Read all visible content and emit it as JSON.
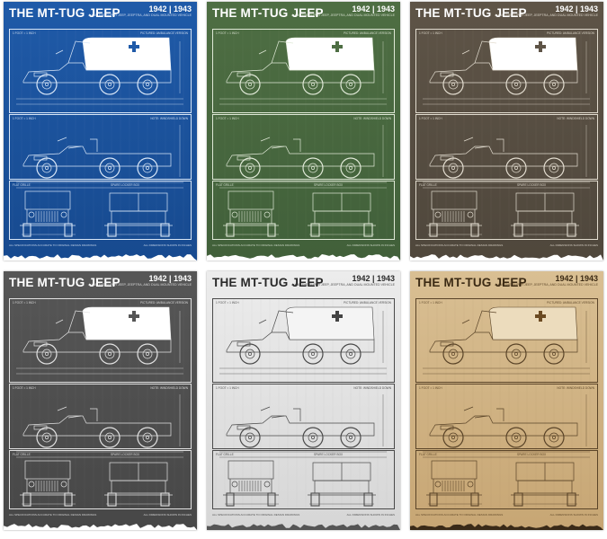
{
  "poster": {
    "title": "THE MT-TUG JEEP",
    "years": "1942 | 1943",
    "subtitle": "A.K.A. THE SUPER JEEP, JEEPTRA, AND DUAL MOUNTED VEHICLE",
    "subtitle2": "MANF. WILLYS OVERLAND CO."
  },
  "variants": [
    {
      "id": "blue",
      "bg": "#1f5aa8",
      "bg2": "#174a8f",
      "line": "#d8e6f7",
      "title_color": "#ffffff",
      "text_color": "#e3ecf8",
      "cross": "#1f5aa8",
      "canvas": "#ffffff"
    },
    {
      "id": "green",
      "bg": "#4e6e43",
      "bg2": "#41603a",
      "line": "#dfe8d6",
      "title_color": "#ffffff",
      "text_color": "#e6eddf",
      "cross": "#4e6e43",
      "canvas": "#ffffff"
    },
    {
      "id": "brown",
      "bg": "#5e5447",
      "bg2": "#4f473c",
      "line": "#e2dccf",
      "title_color": "#ffffff",
      "text_color": "#ece6da",
      "cross": "#5e5447",
      "canvas": "#ffffff"
    },
    {
      "id": "gray",
      "bg": "#565656",
      "bg2": "#474747",
      "line": "#e2e2e2",
      "title_color": "#ffffff",
      "text_color": "#ececec",
      "cross": "#565656",
      "canvas": "#ffffff"
    },
    {
      "id": "white",
      "bg": "#ececec",
      "bg2": "#d6d6d6",
      "line": "#4a4a4a",
      "title_color": "#2a2a2a",
      "text_color": "#333333",
      "cross": "#444444",
      "canvas": "#f4f4f4"
    },
    {
      "id": "sepia",
      "bg": "#d9bf93",
      "bg2": "#c7a674",
      "line": "#5a4428",
      "title_color": "#3b2a14",
      "text_color": "#4a3519",
      "cross": "#6b4a22",
      "canvas": "#ecdcbd"
    }
  ],
  "frame_colors": {
    "left_dark": "#222222",
    "brown_dark": "#3a2a18"
  },
  "panel_labels": {
    "p1_left": "1 FOOT = 1 INCH",
    "p1_right": "PICTURED: AMBULANCE VERSION",
    "p2_left": "1 FOOT = 1 INCH",
    "p2_right": "NOTE: WINDSHIELD DOWN",
    "p3_left": "FLAT GRILLE",
    "p3_right": "SPARE LOCKER BOX"
  },
  "footer": {
    "left": "ALL SPECIFICATIONS ACCURATE TO ORIGINAL DESIGN DRAWINGS",
    "right": "ALL DIMENSIONS SHOWN IN INCHES"
  },
  "icons": [
    "medical-cross-icon",
    "jeep-side-view-icon",
    "jeep-front-view-icon",
    "jeep-rear-view-icon"
  ]
}
